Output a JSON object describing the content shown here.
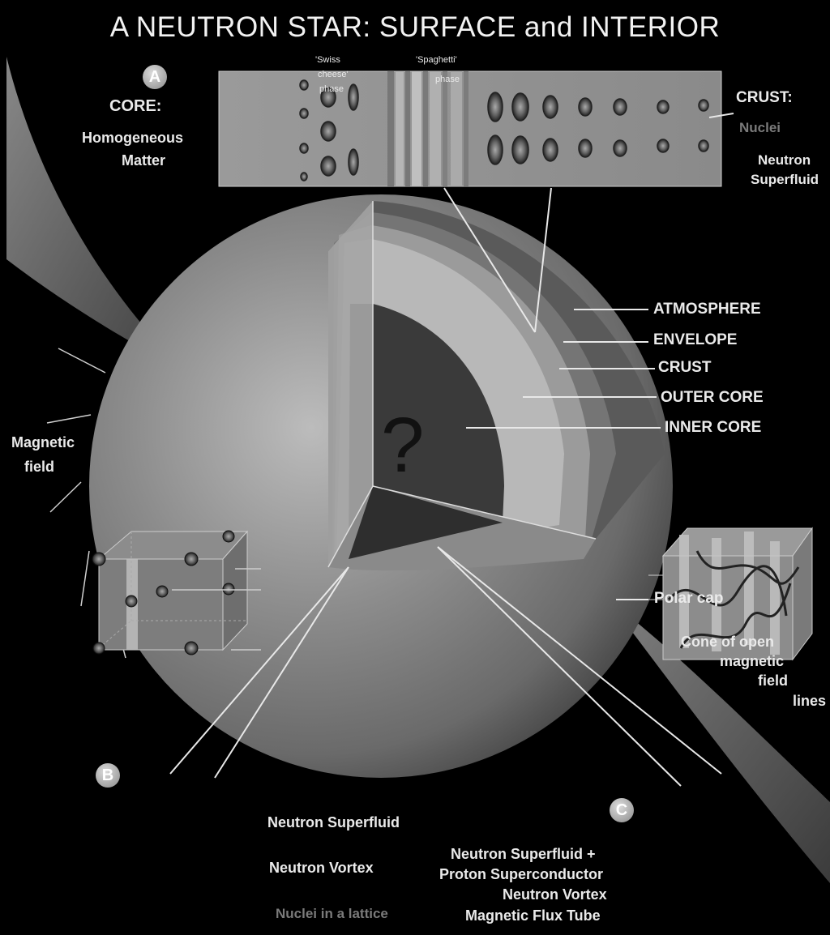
{
  "title": "A NEUTRON STAR:  SURFACE and INTERIOR",
  "panel_a": {
    "badge": "A",
    "core_heading": "CORE:",
    "core_lines": [
      "Homogeneous",
      "Matter"
    ],
    "swiss_lines": [
      "'Swiss",
      "cheese'",
      "phase"
    ],
    "spaghetti_lines": [
      "'Spaghetti'",
      "phase"
    ],
    "crust_heading": "CRUST:",
    "crust_nuclei": "Nuclei",
    "crust_lines": [
      "Neutron",
      "Superfluid"
    ]
  },
  "layers": {
    "atmosphere": "ATMOSPHERE",
    "envelope": "ENVELOPE",
    "crust": "CRUST",
    "outer_core": "OUTER CORE",
    "inner_core": "INNER CORE",
    "question": "?"
  },
  "magnetic_field_lines": [
    "Magnetic",
    "field"
  ],
  "polar_cap": "Polar cap",
  "cone_lines": [
    "Cone of open",
    "magnetic",
    "field",
    "lines"
  ],
  "panel_b": {
    "badge": "B",
    "neutron_superfluid": "Neutron Superfluid",
    "neutron_vortex": "Neutron Vortex",
    "nuclei_lattice": "Nuclei in a lattice"
  },
  "panel_c": {
    "badge": "C",
    "line1": "Neutron Superfluid  +",
    "line2": "Proton Superconductor",
    "line3": "Neutron Vortex",
    "line4": "Magnetic Flux Tube"
  },
  "colors": {
    "background": "#000000",
    "label": "#eaeaea",
    "dim_label": "#7a7a7a"
  }
}
